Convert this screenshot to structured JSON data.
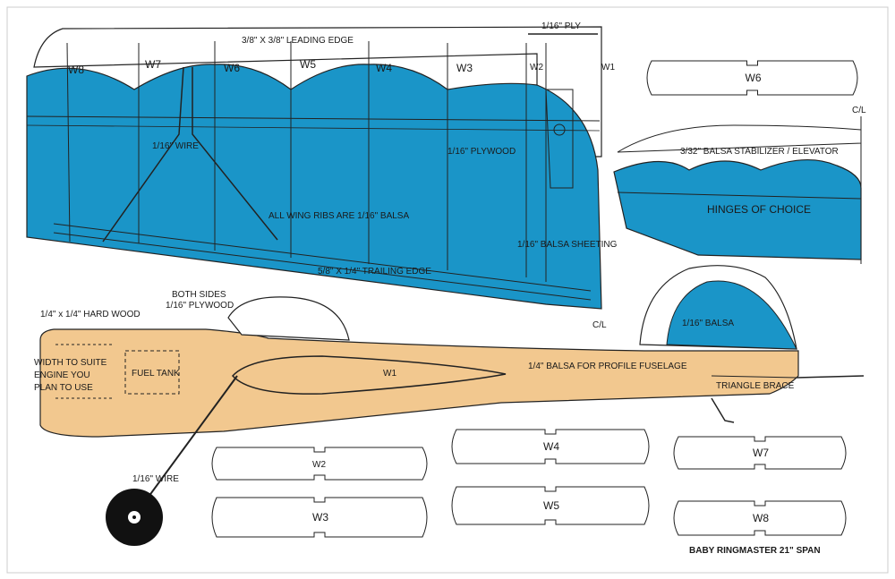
{
  "colors": {
    "wing_blue": "#1a95c8",
    "fuselage_tan": "#f2c88f",
    "line": "#222222",
    "canopy": "#ffffff",
    "wheel": "#111111"
  },
  "labels": {
    "leading_edge": "3/8\" X 3/8\" LEADING EDGE",
    "ply_top": "1/16\" PLY",
    "wire_wing": "1/16\" WIRE",
    "plywood_wing": "1/16\" PLYWOOD",
    "ribs_note": "ALL WING RIBS ARE 1/16\" BALSA",
    "balsa_sheeting": "1/16\" BALSA SHEETING",
    "trailing_edge": "5/8\" X 1/4\" TRAILING EDGE",
    "cl_wing": "C/L",
    "cl_stab": "C/L",
    "stabilizer": "3/32\" BALSA STABILIZER / ELEVATOR",
    "hinges": "HINGES OF CHOICE",
    "fin_balsa": "1/16\" BALSA",
    "both_sides": "BOTH SIDES",
    "plywood_fuse": "1/16\" PLYWOOD",
    "hardwood": "1/4\" x 1/4\" HARD WOOD",
    "engine_line1": "WIDTH TO SUITE",
    "engine_line2": "ENGINE YOU",
    "engine_line3": "PLAN TO USE",
    "fuel_tank": "FUEL TANK",
    "w1_fuse": "W1",
    "fuselage": "1/4\" BALSA FOR PROFILE FUSELAGE",
    "triangle_brace": "TRIANGLE BRACE",
    "wire_gear": "1/16\" WIRE",
    "title": "BABY RINGMASTER 21\" SPAN"
  },
  "wing_ribs": [
    "W8",
    "W7",
    "W6",
    "W5",
    "W4",
    "W3",
    "W2",
    "W1"
  ],
  "rib_templates": [
    "W6",
    "W2",
    "W3",
    "W4",
    "W5",
    "W7",
    "W8"
  ]
}
